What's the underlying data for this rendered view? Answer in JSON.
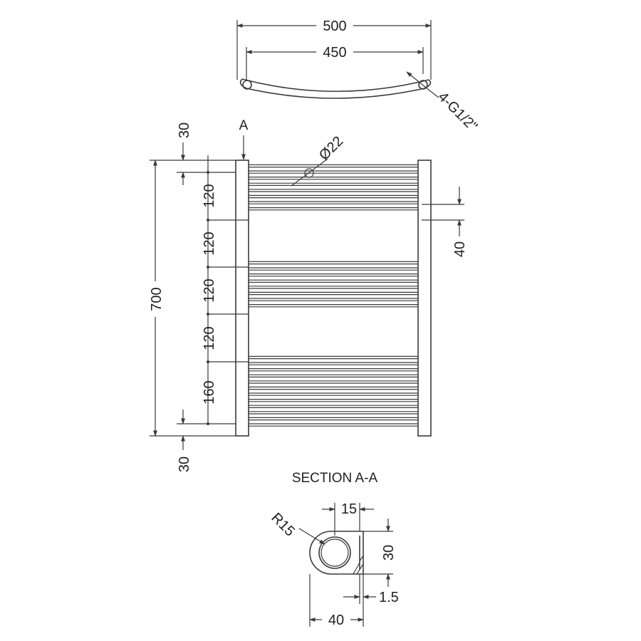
{
  "top_view": {
    "overall_width": "500",
    "centres_width": "450",
    "connections": "4-G1/2\""
  },
  "front_view": {
    "section_marker": "A",
    "tube_diameter": "Ø22",
    "overall_height": "700",
    "top_margin": "30",
    "bottom_margin": "30",
    "bar_group_spacings": [
      "120",
      "120",
      "120",
      "120",
      "160"
    ],
    "connection_offset": "40"
  },
  "section": {
    "title": "SECTION A-A",
    "radius": "R15",
    "offset": "15",
    "height": "30",
    "thickness": "1.5",
    "width": "40"
  },
  "colors": {
    "line": "#3a3a3a",
    "text": "#222222"
  }
}
